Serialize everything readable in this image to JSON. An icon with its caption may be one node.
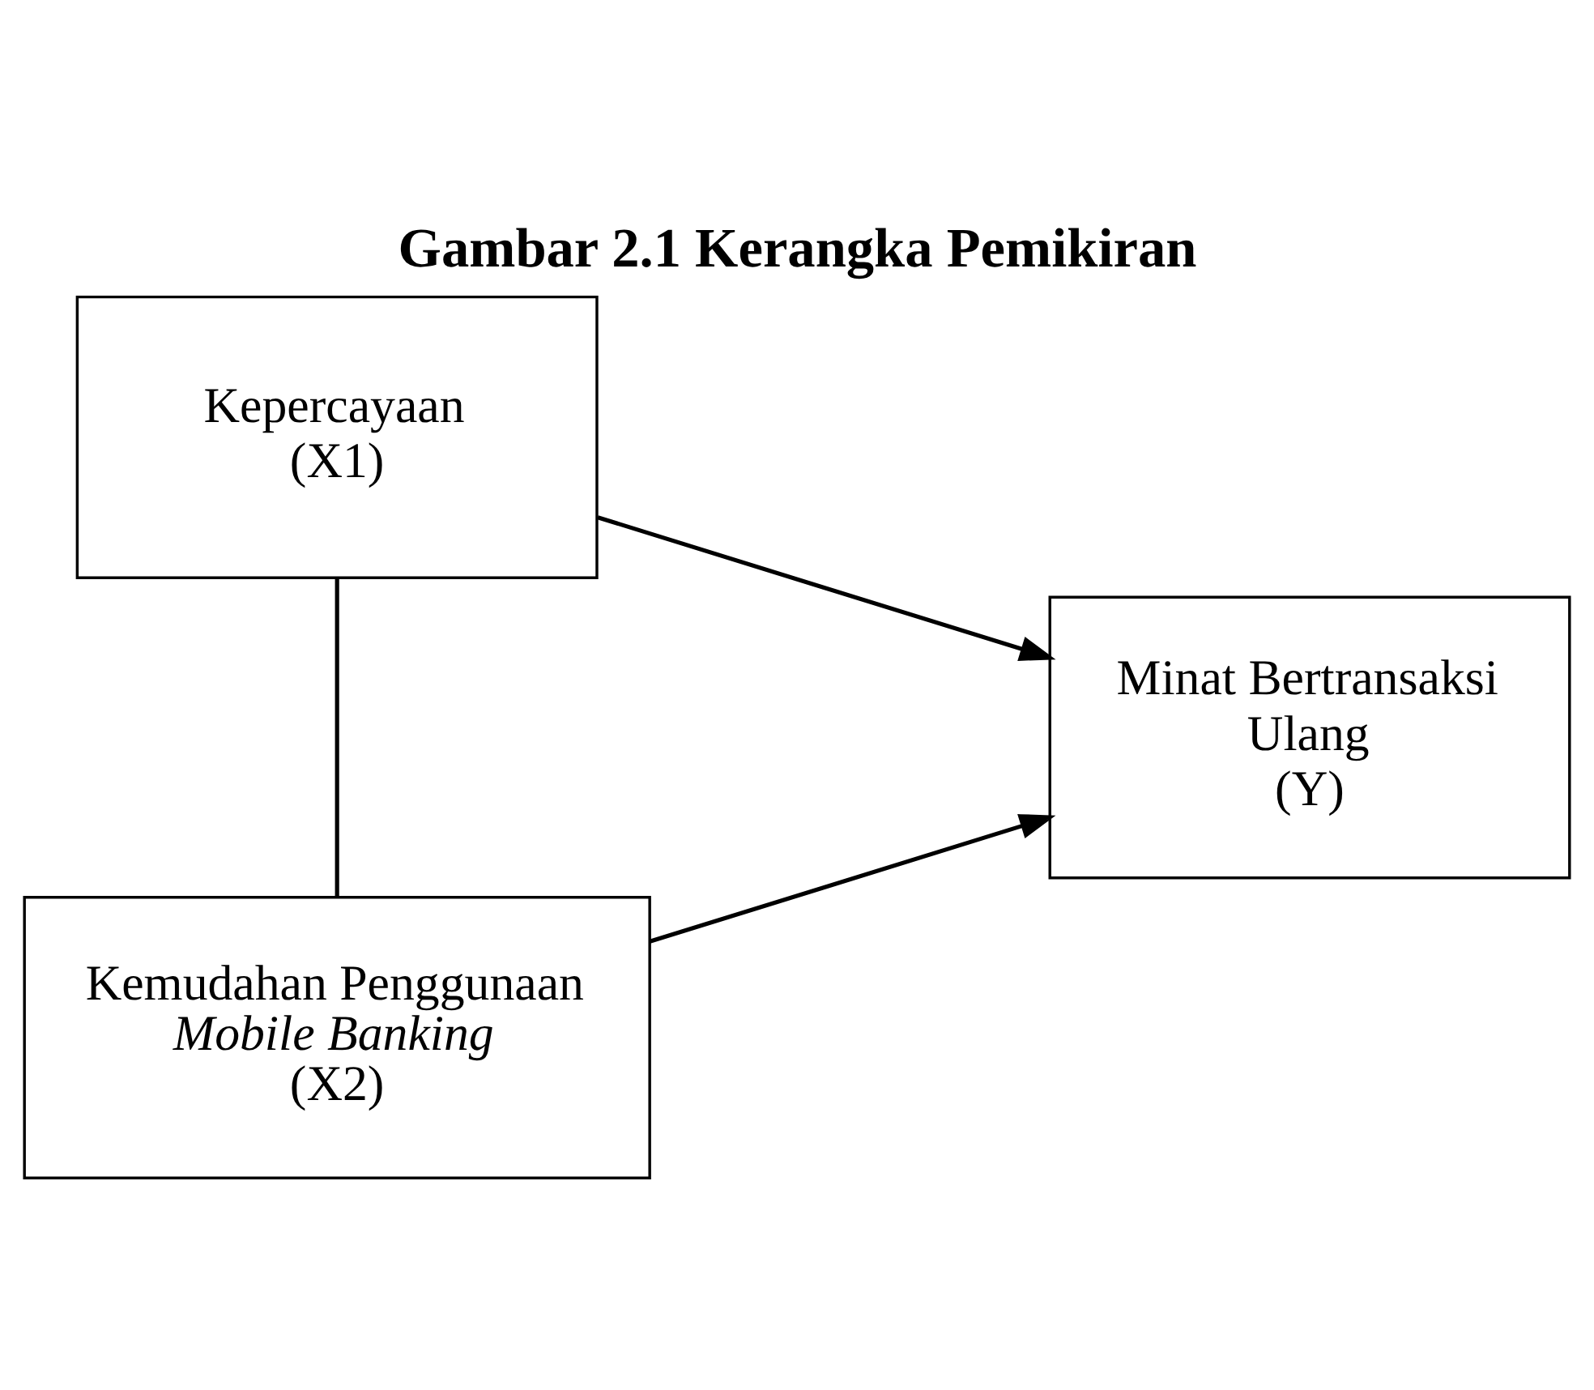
{
  "diagram": {
    "title": "Gambar 2.1 Kerangka Pemikiran",
    "nodes": [
      {
        "text": [
          "Kepercayaan",
          "(X1)"
        ]
      },
      {
        "text": [
          "Kemudahan Penggunaan *Mobile Banking*",
          "(X2)"
        ]
      },
      {
        "text": [
          "Minat Bertransaksi Ulang",
          "(Y)"
        ]
      }
    ],
    "edges": [
      {
        "from": 0,
        "to": 2,
        "arrow": "to"
      },
      {
        "from": 1,
        "to": 2,
        "arrow": "to"
      },
      {
        "from": 0,
        "to": 1,
        "arrow": "none"
      }
    ]
  }
}
